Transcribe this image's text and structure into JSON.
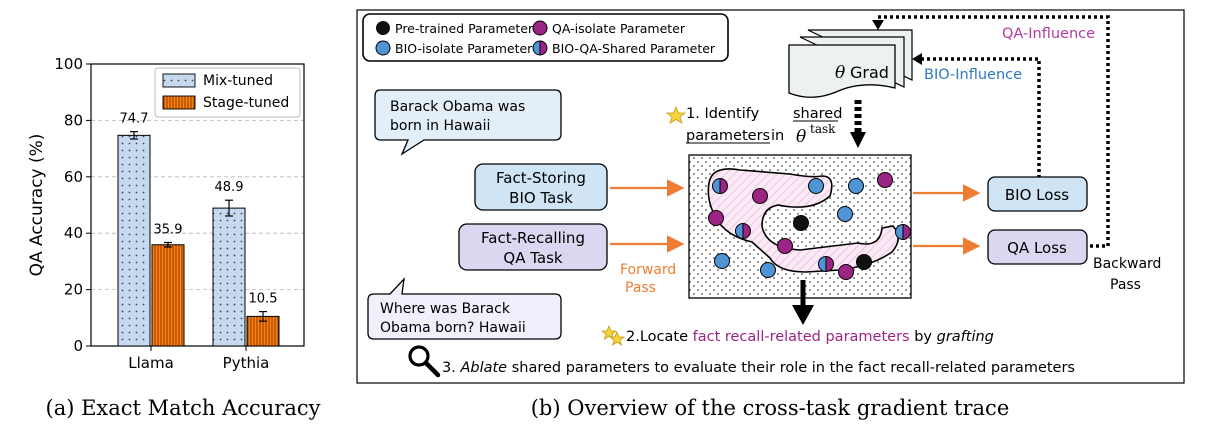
{
  "colors": {
    "mix_fill": "#c6d9ee",
    "stage_fill": "#ff7f0e",
    "pretrained": "#111111",
    "qa_isolate": "#9a2585",
    "bio_isolate": "#4f94d4",
    "bio_box": "#cfe4f4",
    "qa_box": "#ddd6f0",
    "forward_arrow": "#ef7d31",
    "qa_influence": "#b23a9c",
    "bio_influence": "#2f79c2",
    "grad_box": "#eef1f2"
  },
  "chart_data": {
    "type": "bar",
    "categories": [
      "Llama",
      "Pythia"
    ],
    "series": [
      {
        "name": "Mix-tuned",
        "values": [
          74.7,
          48.9
        ],
        "errors": [
          1.3,
          2.8
        ]
      },
      {
        "name": "Stage-tuned",
        "values": [
          35.9,
          10.5
        ],
        "errors": [
          0.8,
          1.7
        ]
      }
    ],
    "ylabel": "QA Accuracy (%)",
    "ylim": [
      0,
      100
    ],
    "yticks": [
      "0",
      "20",
      "40",
      "60",
      "80",
      "100"
    ],
    "value_labels": [
      "74.7",
      "35.9",
      "48.9",
      "10.5"
    ],
    "grid": true,
    "legend_position": "top-right"
  },
  "captions": {
    "left": "(a) Exact Match Accuracy",
    "right": "(b) Overview of the cross-task gradient trace"
  },
  "diagram": {
    "legend": {
      "pretrained": "Pre-trained Parameter",
      "qa_isolate": "QA-isolate Parameter",
      "bio_isolate": "BIO-isolate Parameter",
      "shared": "BIO-QA-Shared Parameter"
    },
    "grad": {
      "theta": "θ",
      "label": "Grad"
    },
    "qa_influence": "QA-Influence",
    "bio_influence": "BIO-Influence",
    "bubble_bio": [
      "Barack Obama was",
      "born in Hawaii"
    ],
    "bubble_qa": [
      "Where was Barack",
      "Obama born? Hawaii"
    ],
    "bio_task": [
      "Fact-Storing",
      "BIO Task"
    ],
    "qa_task": [
      "Fact-Recalling",
      "QA Task"
    ],
    "forward_pass": [
      "Forward",
      "Pass"
    ],
    "bio_loss": "BIO Loss",
    "qa_loss": "QA Loss",
    "backward_pass": [
      "Backward",
      "Pass"
    ],
    "step1": {
      "prefix": "1. Identify ",
      "underlined1": "shared",
      "underlined2": "parameters",
      "in": " in ",
      "theta": "θ",
      "sup": "task"
    },
    "step2": {
      "prefix": "2.Locate ",
      "highlight": "fact recall-related parameters",
      "by": " by ",
      "italic": "grafting"
    },
    "step3": {
      "num": "3. ",
      "italic": "Ablate",
      "rest": " shared parameters to evaluate their role in the fact recall-related parameters"
    }
  }
}
